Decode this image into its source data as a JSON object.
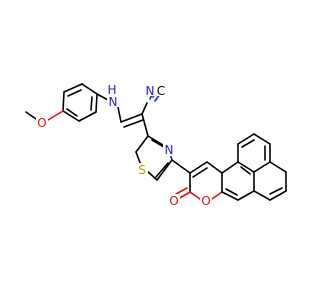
{
  "colors": {
    "background": "#ffffff",
    "carbon_bond": "#000000",
    "nitrogen": "#2020e0",
    "oxygen": "#e01010",
    "sulfur": "#b8a000"
  },
  "atoms": {
    "amine_n": "N",
    "amine_h": "H",
    "nitrile_n": "N",
    "nitrile_c": "C",
    "methoxy_o": "O",
    "thiazole_s": "S",
    "thiazole_n": "N",
    "carbonyl_o": "O",
    "ring_o": "O"
  }
}
